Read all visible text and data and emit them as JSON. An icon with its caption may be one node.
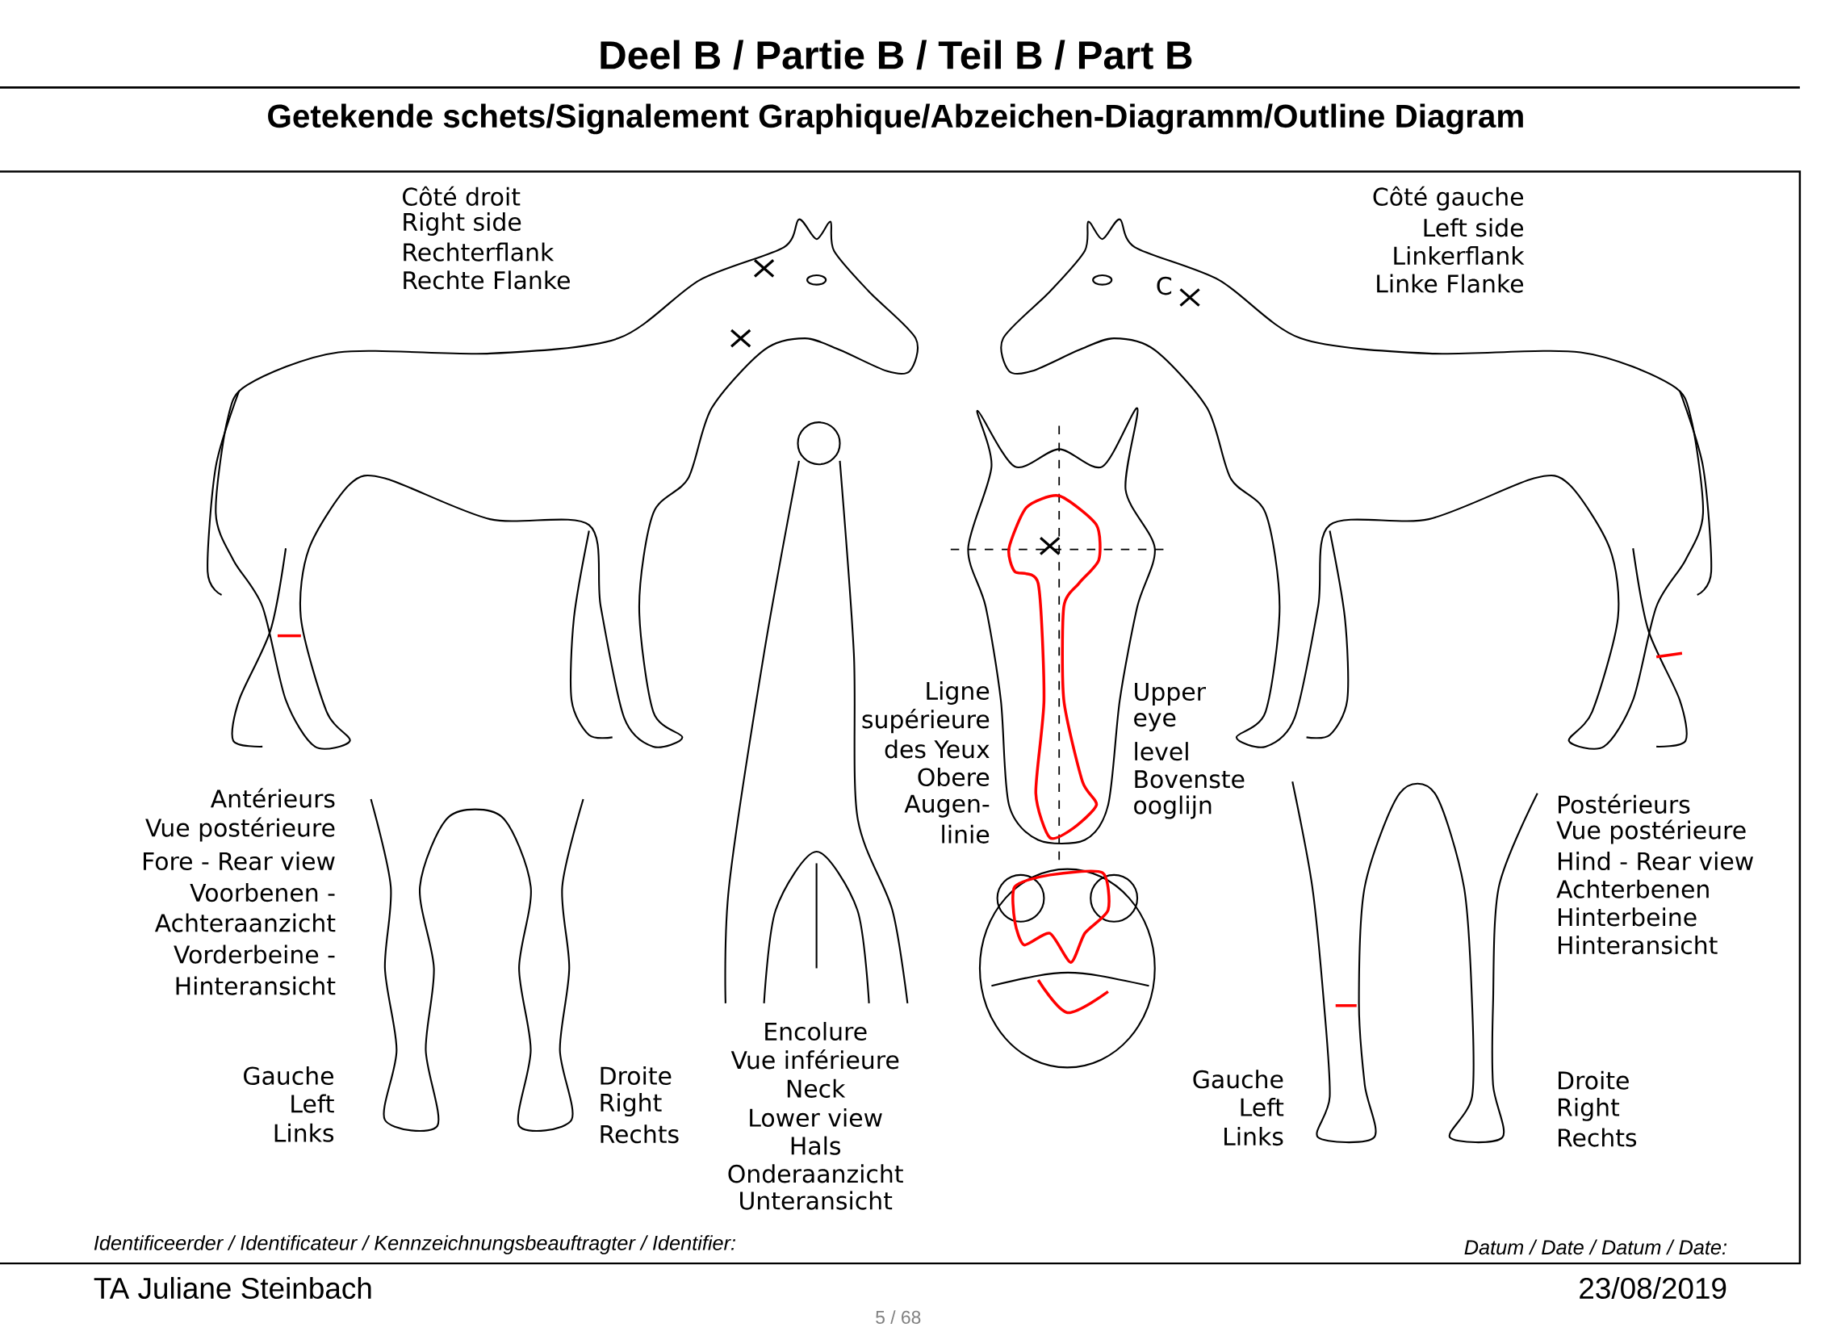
{
  "diagram": {
    "title": "Deel B / Partie B / Teil B / Part B",
    "labels": [
      "Getekende schets/Signalement Graphique/Abzeichen-Diagramm/Outline Diagram",
      "Côté droit",
      "Right side",
      "Rechterflank",
      "Rechte Flanke",
      "Côté gauche",
      "Left side",
      "Linkerflank",
      "Linke Flanke",
      "C",
      "Ligne",
      "supérieure",
      "des Yeux",
      "Obere",
      "Augen-",
      "linie",
      "Upper",
      "eye",
      "level",
      "Bovenste",
      "ooglijn",
      "Antérieurs",
      "Vue postérieure",
      "Fore - Rear view",
      "Voorbenen -",
      "Achteraanzicht",
      "Vorderbeine -",
      "Hinteransicht",
      "Gauche",
      "Left",
      "Links",
      "Droite",
      "Right",
      "Rechts",
      "Encolure",
      "Vue inférieure",
      "Neck",
      "Lower view",
      "Hals",
      "Onderaanzicht",
      "Unteransicht",
      "Postérieurs",
      "Vue postérieure",
      "Hind - Rear view",
      "Achterbenen",
      "Hinterbeine",
      "Hinteransicht",
      "Gauche",
      "Left",
      "Links",
      "Droite",
      "Right",
      "Rechts",
      "Identificeerder / Identificateur / Kennzeichnungsbeauftragter / Identifier:",
      "Datum / Date / Datum / Date:",
      "TA Juliane Steinbach",
      "23/08/2019",
      "5 / 68"
    ]
  }
}
